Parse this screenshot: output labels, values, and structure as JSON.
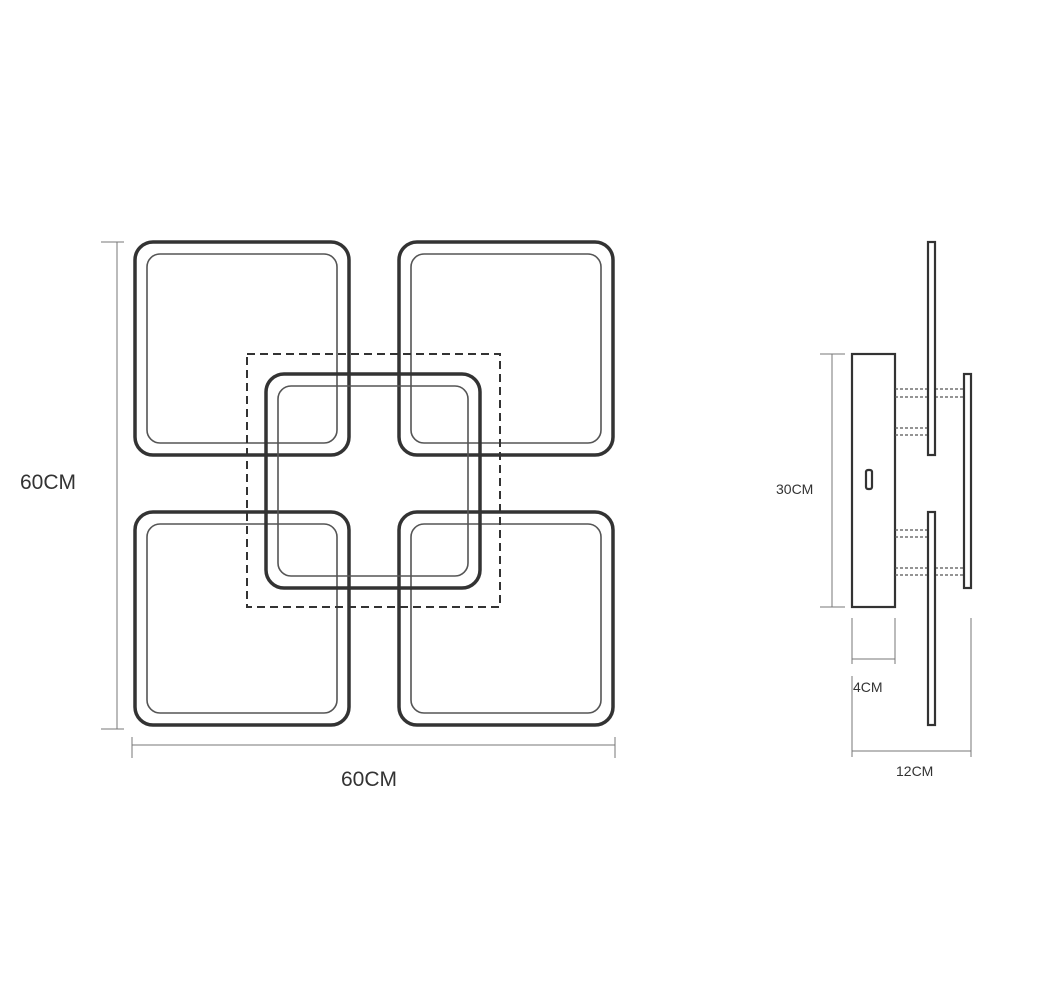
{
  "front_view": {
    "height_label": "60CM",
    "width_label": "60CM"
  },
  "side_view": {
    "height_label": "30CM",
    "base_depth_label": "4CM",
    "total_depth_label": "12CM"
  }
}
